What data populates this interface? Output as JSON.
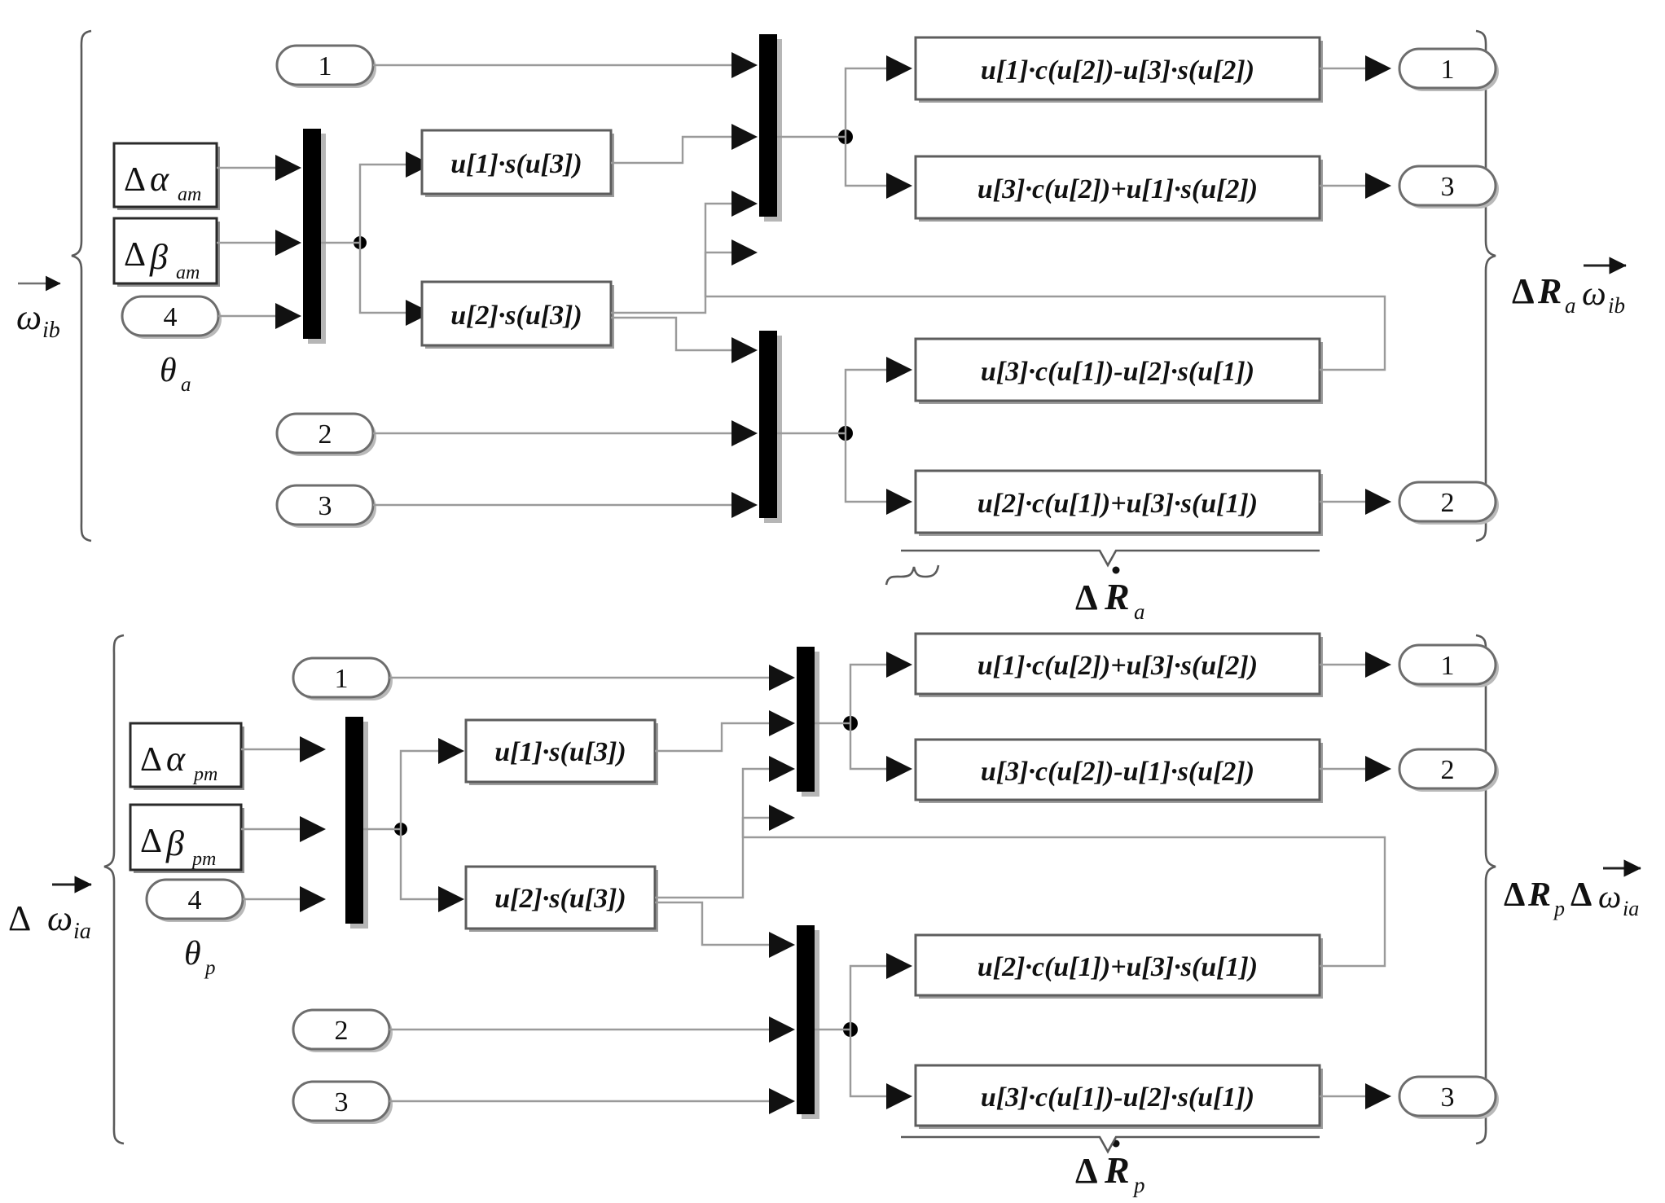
{
  "diagram": {
    "title": "Simulink block diagram of delta rotation matrix angular rate transformation",
    "colors": {
      "wire": "#9a9a9a",
      "block_border": "#5d5d5d",
      "mux": "#000000",
      "text": "#111111",
      "background": "#ffffff"
    },
    "sections": [
      {
        "id": "section-a",
        "left_label": "ω⃗ib",
        "left_label_parts": {
          "symbol": "ω",
          "subscript": "ib",
          "accent": "vector-arrow",
          "prefix": ""
        },
        "right_label_parts": {
          "delta": "Δ",
          "matrix": "R",
          "matrix_sub": "a",
          "omega": "ω",
          "omega_sub": "ib"
        },
        "theta_label": {
          "symbol": "θ",
          "subscript": "a"
        },
        "brace_label": {
          "delta": "Δ",
          "matrix": "R",
          "accent": "dot",
          "subscript": "a"
        },
        "inports": [
          {
            "name": "inport-1",
            "label": "1"
          },
          {
            "name": "inport-2",
            "label": "2"
          },
          {
            "name": "inport-3",
            "label": "3"
          },
          {
            "name": "inport-4-theta",
            "label": "4"
          }
        ],
        "source_blocks": [
          {
            "name": "delta-alpha-am",
            "delta": "Δ",
            "symbol": "α",
            "subscript": "am"
          },
          {
            "name": "delta-beta-am",
            "delta": "Δ",
            "symbol": "β",
            "subscript": "am"
          }
        ],
        "scale_blocks": [
          {
            "name": "fcn-u1-s-u3",
            "label": "u[1]·s(u[3])"
          },
          {
            "name": "fcn-u2-s-u3",
            "label": "u[2]·s(u[3])"
          }
        ],
        "fcn_blocks": [
          {
            "name": "fcn-a1",
            "label": "u[1]·c(u[2])-u[3]·s(u[2])"
          },
          {
            "name": "fcn-a2",
            "label": "u[3]·c(u[2])+u[1]·s(u[2])"
          },
          {
            "name": "fcn-a3",
            "label": "u[3]·c(u[1])-u[2]·s(u[1])"
          },
          {
            "name": "fcn-a4",
            "label": "u[2]·c(u[1])+u[3]·s(u[1])"
          }
        ],
        "outports": [
          {
            "name": "outport-1",
            "label": "1"
          },
          {
            "name": "outport-3",
            "label": "3"
          },
          {
            "name": "outport-2",
            "label": "2"
          }
        ]
      },
      {
        "id": "section-p",
        "left_label": "Δω⃗ia",
        "left_label_parts": {
          "symbol": "ω",
          "subscript": "ia",
          "accent": "vector-arrow",
          "prefix": "Δ"
        },
        "right_label_parts": {
          "delta": "Δ",
          "matrix": "R",
          "matrix_sub": "p",
          "delta2": "Δ",
          "omega": "ω",
          "omega_sub": "ia"
        },
        "theta_label": {
          "symbol": "θ",
          "subscript": "p"
        },
        "brace_label": {
          "delta": "Δ",
          "matrix": "R",
          "accent": "dot",
          "subscript": "p"
        },
        "inports": [
          {
            "name": "inport-1",
            "label": "1"
          },
          {
            "name": "inport-2",
            "label": "2"
          },
          {
            "name": "inport-3",
            "label": "3"
          },
          {
            "name": "inport-4-theta",
            "label": "4"
          }
        ],
        "source_blocks": [
          {
            "name": "delta-alpha-pm",
            "delta": "Δ",
            "symbol": "α",
            "subscript": "pm"
          },
          {
            "name": "delta-beta-pm",
            "delta": "Δ",
            "symbol": "β",
            "subscript": "pm"
          }
        ],
        "scale_blocks": [
          {
            "name": "fcn-u1-s-u3",
            "label": "u[1]·s(u[3])"
          },
          {
            "name": "fcn-u2-s-u3",
            "label": "u[2]·s(u[3])"
          }
        ],
        "fcn_blocks": [
          {
            "name": "fcn-p1",
            "label": "u[1]·c(u[2])+u[3]·s(u[2])"
          },
          {
            "name": "fcn-p2",
            "label": "u[3]·c(u[2])-u[1]·s(u[2])"
          },
          {
            "name": "fcn-p3",
            "label": "u[2]·c(u[1])+u[3]·s(u[1])"
          },
          {
            "name": "fcn-p4",
            "label": "u[3]·c(u[1])-u[2]·s(u[1])"
          }
        ],
        "outports": [
          {
            "name": "outport-1",
            "label": "1"
          },
          {
            "name": "outport-2",
            "label": "2"
          },
          {
            "name": "outport-3",
            "label": "3"
          }
        ]
      }
    ]
  }
}
